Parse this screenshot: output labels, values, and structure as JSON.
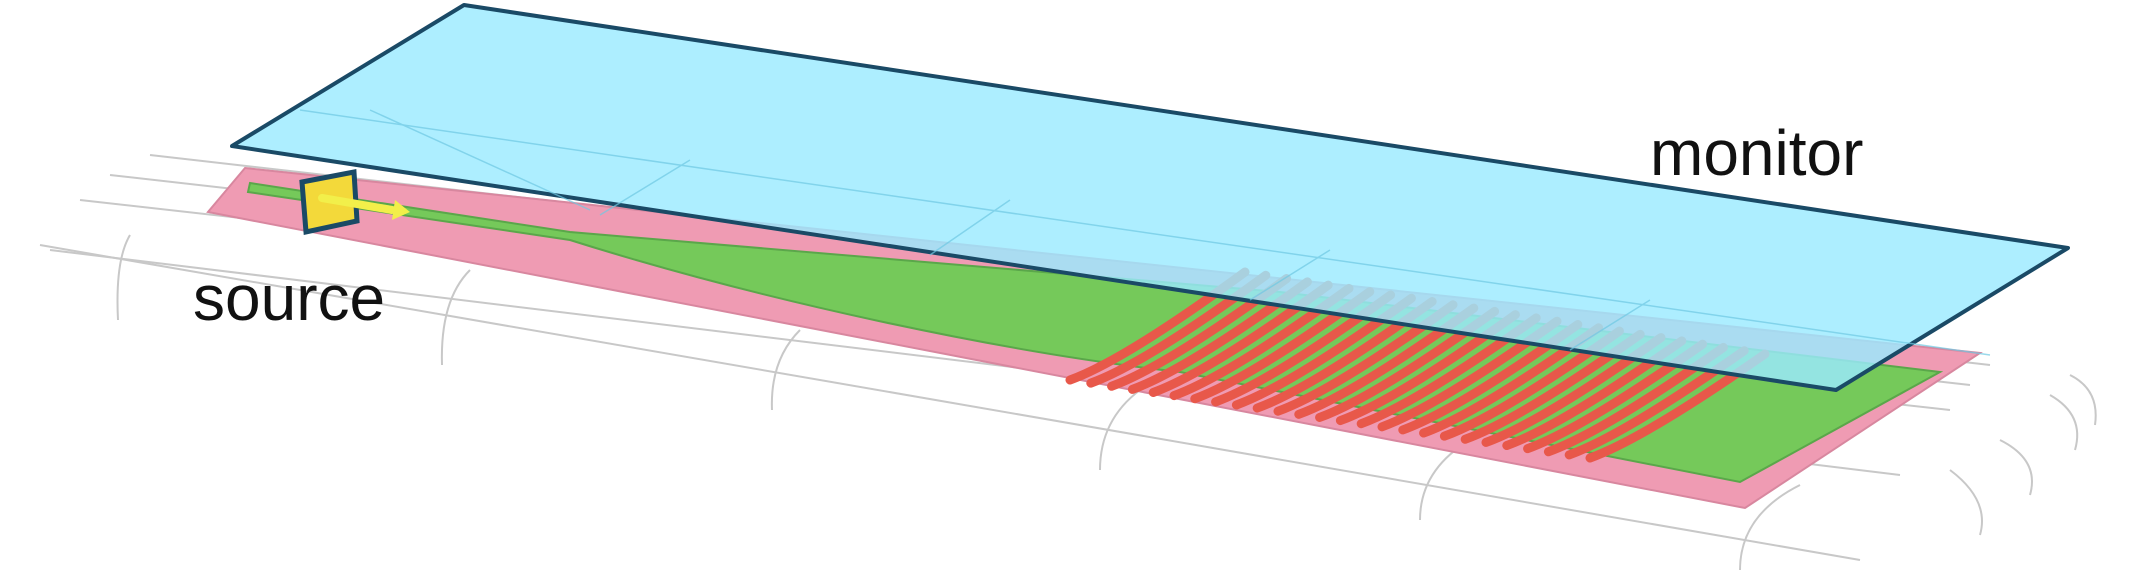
{
  "labels": {
    "monitor": "monitor",
    "source": "source"
  },
  "colors": {
    "background": "#ffffff",
    "substrate": "#ef9bb3",
    "waveguide_core": "#75c95a",
    "grating_teeth": "#e8584a",
    "monitor_plane": "#9beaff",
    "monitor_edge": "#1a4a66",
    "source_face": "#f3d93a",
    "source_arrow": "#f2ef4a",
    "mesh_lines": "#c8c8c8"
  },
  "grating": {
    "tooth_count": 26
  }
}
